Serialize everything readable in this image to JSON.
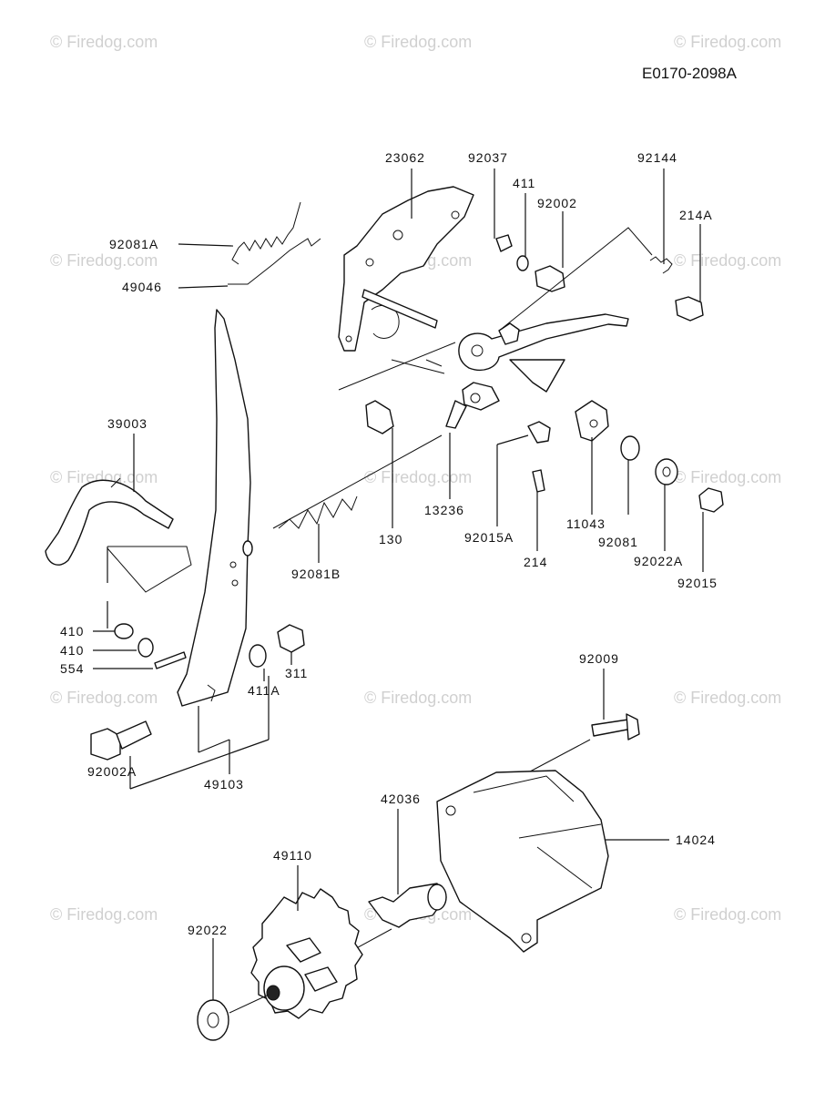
{
  "reference": "E0170-2098A",
  "watermark": "© Firedog.com",
  "labels": {
    "p23062": "23062",
    "p92037": "92037",
    "p411": "411",
    "p92002": "92002",
    "p92144": "92144",
    "p214A": "214A",
    "p92081A": "92081A",
    "p49046": "49046",
    "p39003": "39003",
    "p13236": "13236",
    "p130": "130",
    "p92015A": "92015A",
    "p214": "214",
    "p11043": "11043",
    "p92081": "92081",
    "p92022A": "92022A",
    "p92015": "92015",
    "p92081B": "92081B",
    "p410a": "410",
    "p410b": "410",
    "p554": "554",
    "p311": "311",
    "p411A": "411A",
    "p92002A": "92002A",
    "p49103": "49103",
    "p92009": "92009",
    "p42036": "42036",
    "p14024": "14024",
    "p49110": "49110",
    "p92022": "92022"
  }
}
